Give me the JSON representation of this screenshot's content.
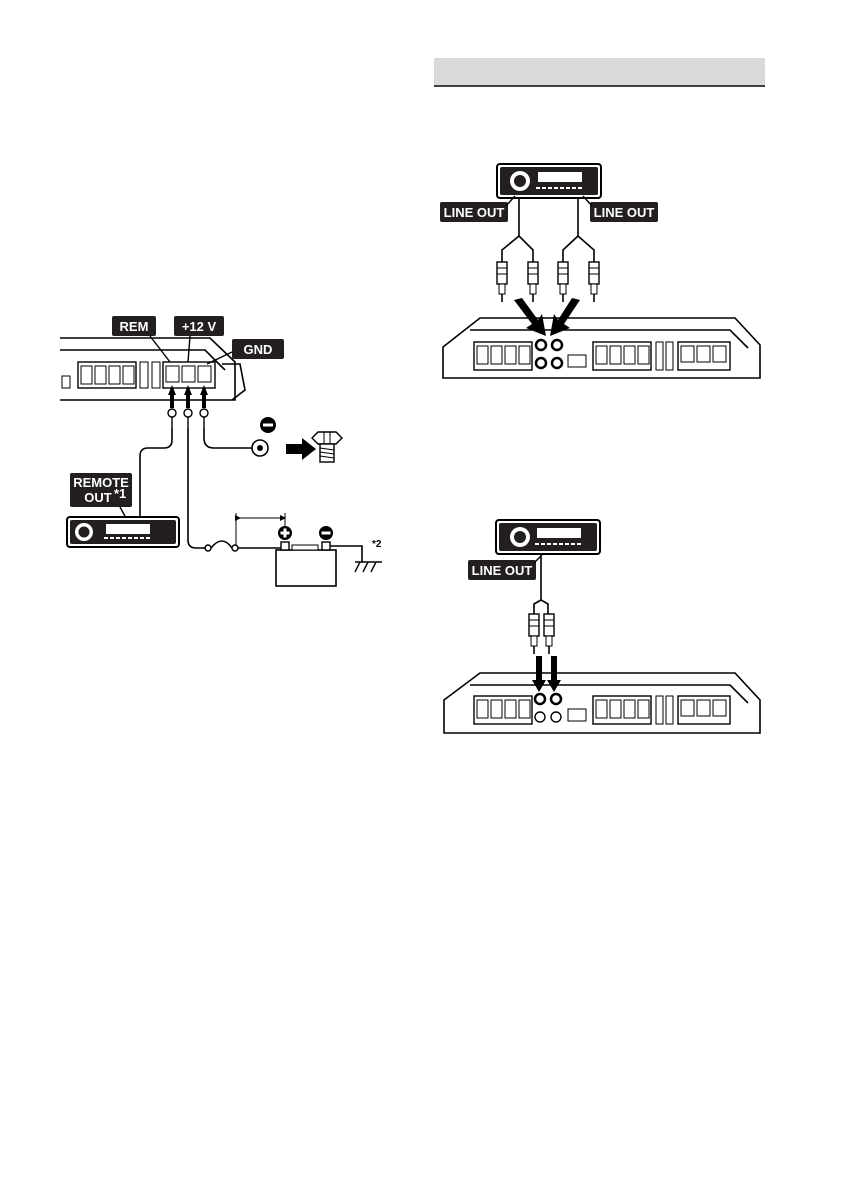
{
  "labels": {
    "rem": "REM",
    "plus12v": "+12 V",
    "gnd": "GND",
    "remote_out": "REMOTE",
    "remote_out_2": "OUT",
    "remote_note": "*1",
    "ground_note": "*2",
    "line_out_left": "LINE OUT",
    "line_out_right": "LINE OUT",
    "line_out_bottom": "LINE OUT"
  },
  "colors": {
    "header_bar": "#d9d9d9",
    "label_bg": "#231f20",
    "ink": "#000000"
  },
  "icons": {
    "terminal_negative": "minus-circle-icon",
    "terminal_positive": "plus-circle-icon",
    "ground": "ground-symbol-icon",
    "bolt": "bolt-icon",
    "fuse": "fuse-icon"
  }
}
